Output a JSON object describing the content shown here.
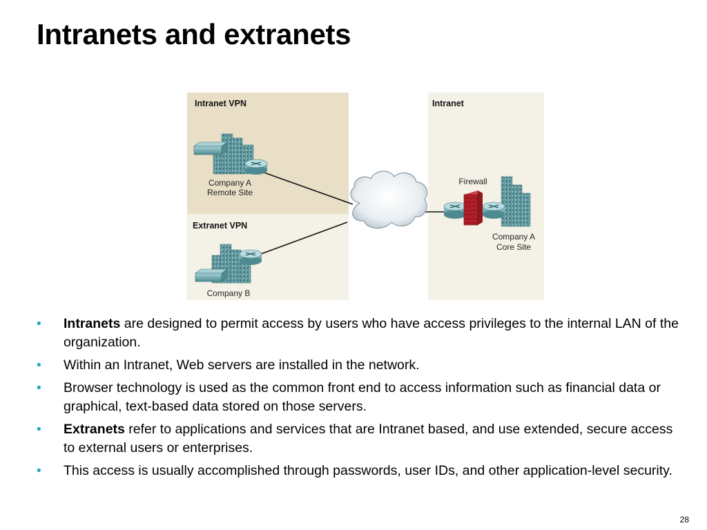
{
  "slide": {
    "title": "Intranets and extranets",
    "page_number": "28"
  },
  "diagram": {
    "zones": {
      "intranet_vpn": "Intranet VPN",
      "extranet_vpn": "Extranet VPN",
      "intranet": "Intranet"
    },
    "nodes": {
      "remote_site_line1": "Company A",
      "remote_site_line2": "Remote Site",
      "company_b": "Company B",
      "firewall": "Firewall",
      "core_site_line1": "Company A",
      "core_site_line2": "Core Site"
    },
    "colors": {
      "intranet_vpn_bg": "#e8dfc6",
      "extranet_vpn_bg": "#f4f1e6",
      "intranet_bg": "#f4f1e6",
      "building": "#6a9ea5",
      "firewall": "#b5202a",
      "bullet": "#1fa2c4"
    }
  },
  "bullets": [
    {
      "bold": "Intranets",
      "text": " are designed to permit access by users who have access privileges to the internal LAN of the organization."
    },
    {
      "bold": "",
      "text": "Within an Intranet, Web servers are installed in the network."
    },
    {
      "bold": "",
      "text": "Browser technology is used as the common front end to access information such as financial data or graphical, text-based data stored on those servers."
    },
    {
      "bold": "Extranets",
      "text": " refer to applications and services that are Intranet based, and use extended, secure access to external users or enterprises."
    },
    {
      "bold": "",
      "text": "This access is usually accomplished through passwords, user IDs, and other application-level security."
    }
  ]
}
